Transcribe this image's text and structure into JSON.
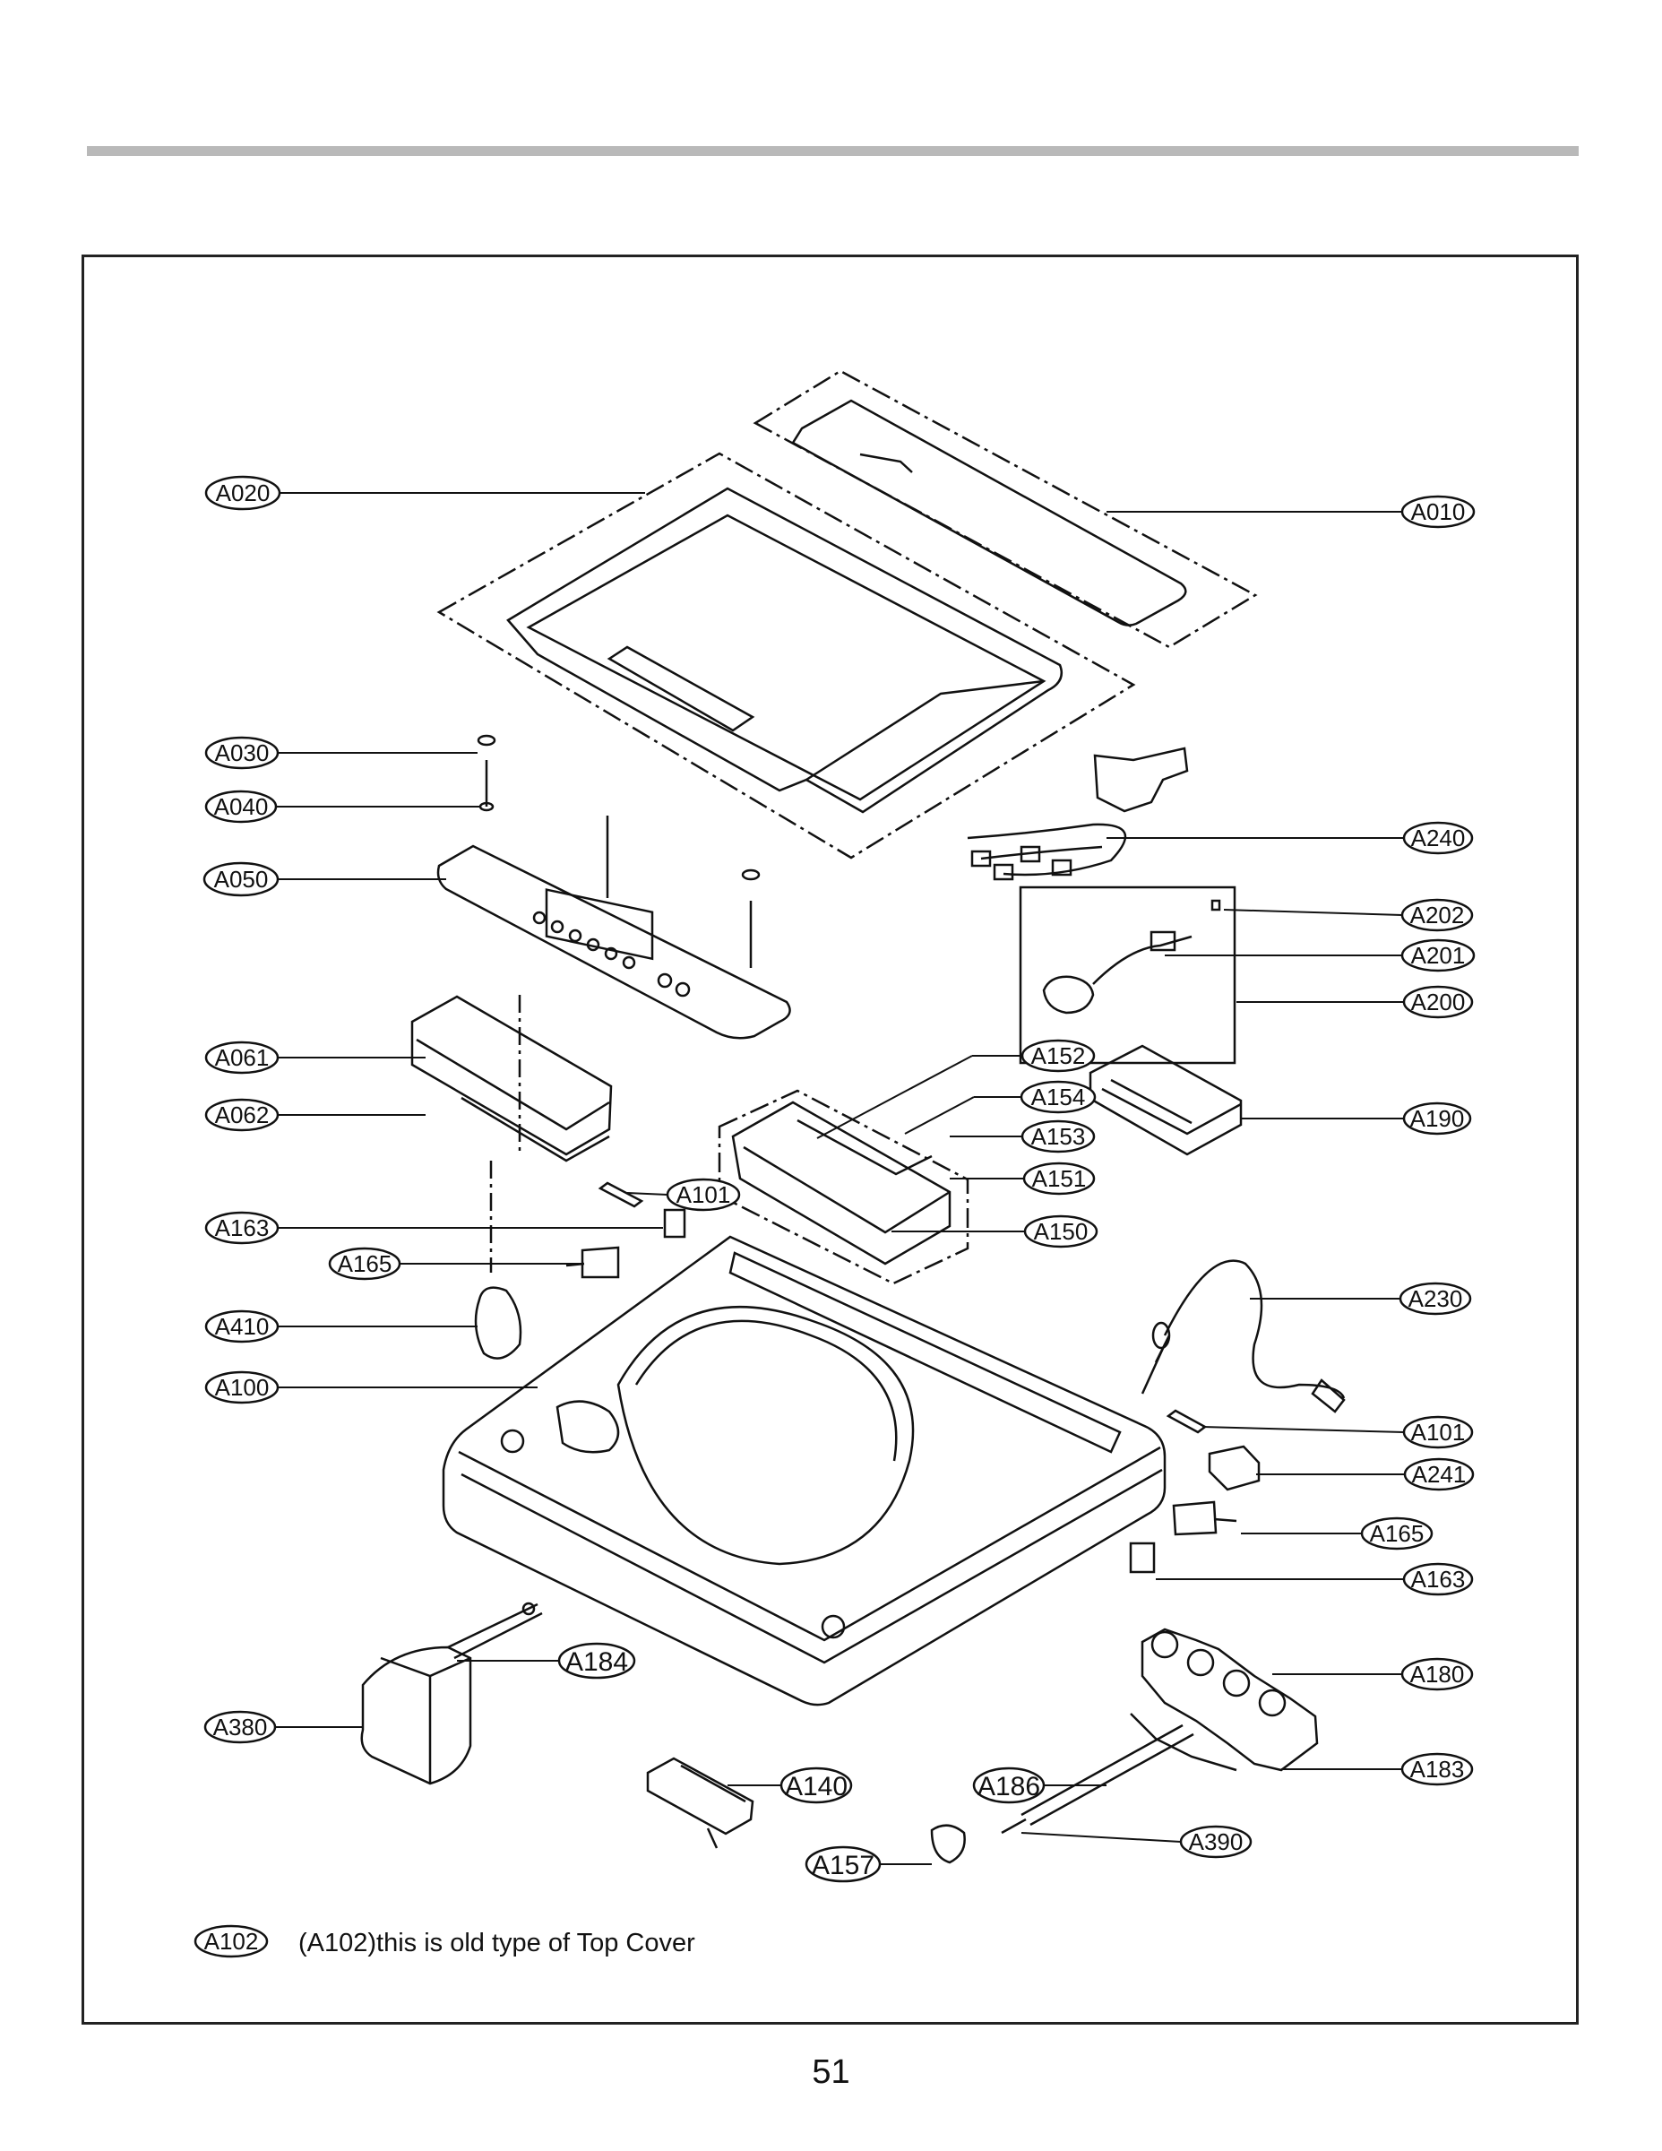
{
  "callouts": [
    {
      "id": "A020",
      "side": "L"
    },
    {
      "id": "A010",
      "side": "R"
    },
    {
      "id": "A030",
      "side": "L"
    },
    {
      "id": "A040",
      "side": "L"
    },
    {
      "id": "A240",
      "side": "R"
    },
    {
      "id": "A050",
      "side": "L"
    },
    {
      "id": "A202",
      "side": "R"
    },
    {
      "id": "A201",
      "side": "R"
    },
    {
      "id": "A200",
      "side": "R"
    },
    {
      "id": "A061",
      "side": "L"
    },
    {
      "id": "A152",
      "side": "M"
    },
    {
      "id": "A154",
      "side": "M"
    },
    {
      "id": "A190",
      "side": "R"
    },
    {
      "id": "A062",
      "side": "L"
    },
    {
      "id": "A153",
      "side": "M"
    },
    {
      "id": "A151",
      "side": "M"
    },
    {
      "id": "A101",
      "side": "M"
    },
    {
      "id": "A163",
      "side": "L"
    },
    {
      "id": "A150",
      "side": "M"
    },
    {
      "id": "A165",
      "side": "L"
    },
    {
      "id": "A230",
      "side": "R"
    },
    {
      "id": "A410",
      "side": "L"
    },
    {
      "id": "A100",
      "side": "L"
    },
    {
      "id": "A101",
      "side": "R"
    },
    {
      "id": "A241",
      "side": "R"
    },
    {
      "id": "A165",
      "side": "R"
    },
    {
      "id": "A163",
      "side": "R"
    },
    {
      "id": "A184",
      "side": "M"
    },
    {
      "id": "A180",
      "side": "R"
    },
    {
      "id": "A380",
      "side": "L"
    },
    {
      "id": "A183",
      "side": "R"
    },
    {
      "id": "A140",
      "side": "M"
    },
    {
      "id": "A186",
      "side": "M"
    },
    {
      "id": "A390",
      "side": "M"
    },
    {
      "id": "A157",
      "side": "M"
    },
    {
      "id": "A102",
      "side": "L"
    }
  ],
  "note": "(A102)this is old type of Top Cover",
  "page_number": "51"
}
